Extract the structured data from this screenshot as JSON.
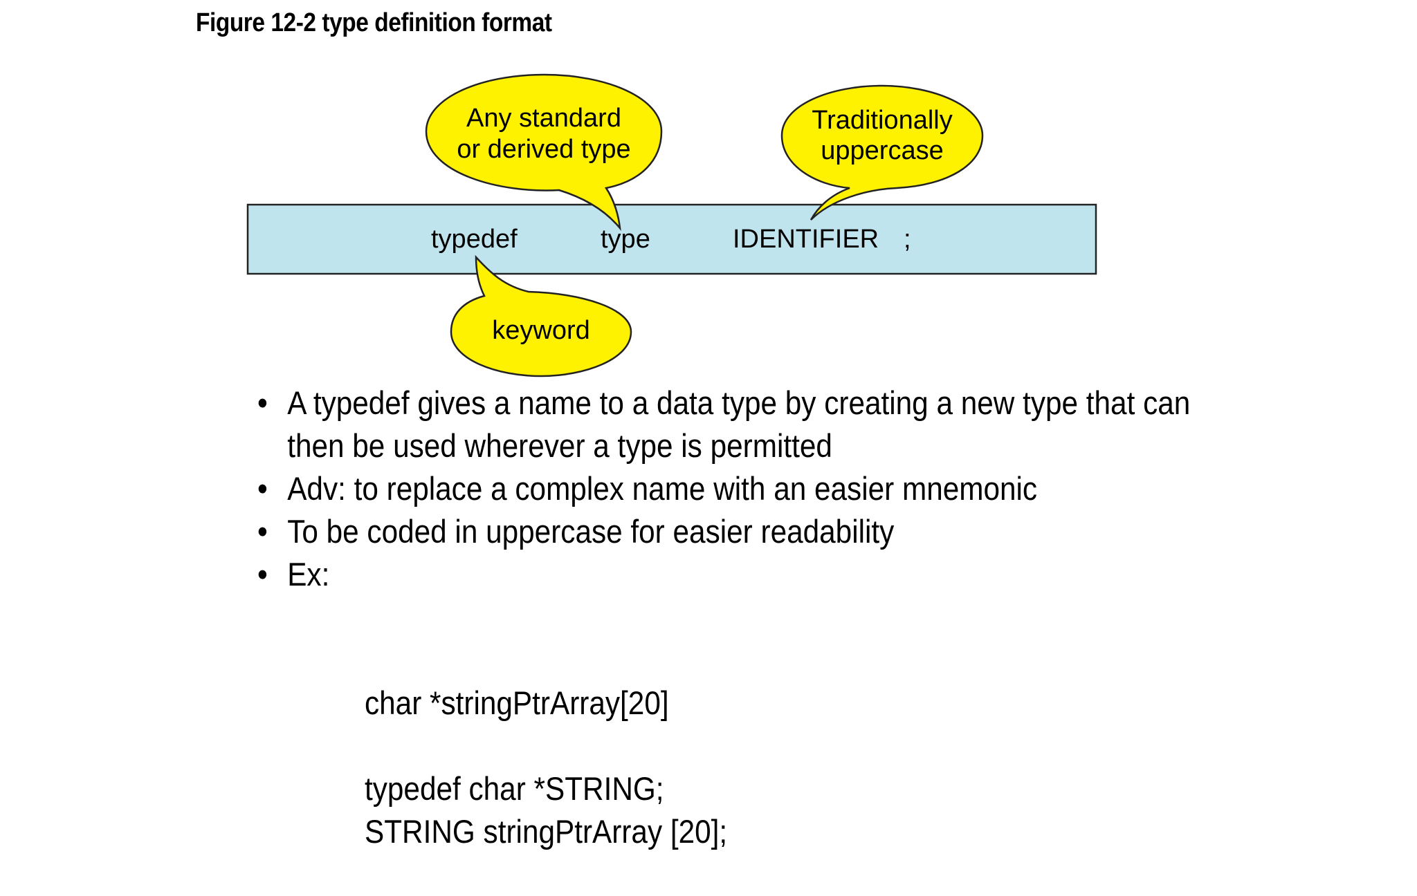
{
  "figure": {
    "title": "Figure 12-2 type definition format",
    "format_tokens": {
      "keyword": "typedef",
      "type": "type",
      "identifier": "IDENTIFIER",
      "semicolon": ";"
    },
    "callouts": {
      "type_note": [
        "Any standard",
        "or derived type"
      ],
      "identifier_note": [
        "Traditionally",
        "uppercase"
      ],
      "keyword_note": "keyword"
    },
    "colors": {
      "box_fill": "#c0e4ee",
      "callout_fill": "#fff200",
      "stroke": "#222222"
    }
  },
  "bullets": [
    {
      "lines": [
        "A typedef gives a name to a data type by creating a new type that can",
        "then be used wherever a type is permitted"
      ]
    },
    {
      "lines": [
        "Adv: to replace a complex name with an easier mnemonic"
      ]
    },
    {
      "lines": [
        "To be coded in uppercase for easier readability"
      ]
    },
    {
      "lines": [
        "Ex:"
      ]
    }
  ],
  "example_code": [
    "char *stringPtrArray[20]",
    "",
    "typedef char *STRING;",
    "STRING stringPtrArray [20];"
  ]
}
